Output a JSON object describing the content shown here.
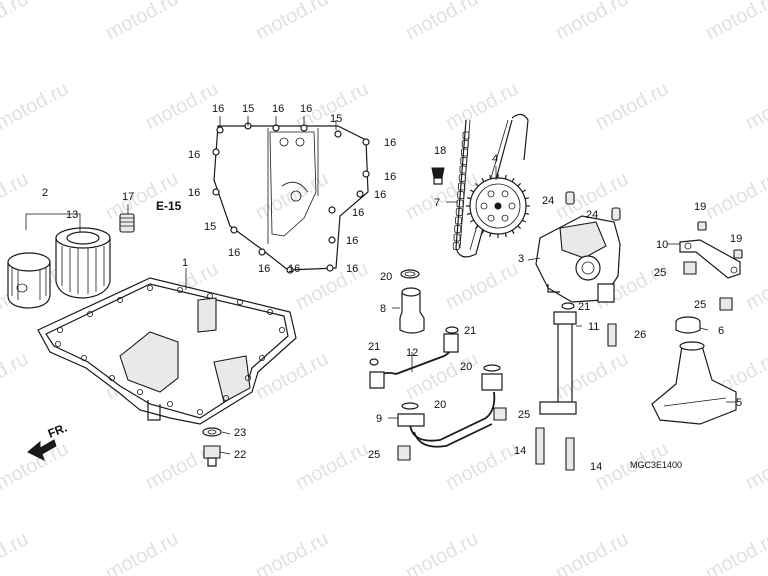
{
  "watermark": {
    "text": "motod.ru"
  },
  "diagram_code": "MGC3E1400",
  "ref_label": "E-15",
  "front_label": "FR.",
  "callouts": {
    "c1": "1",
    "c2": "2",
    "c3": "3",
    "c4": "4",
    "c5": "5",
    "c6": "6",
    "c7": "7",
    "c8": "8",
    "c9": "9",
    "c10": "10",
    "c11": "11",
    "c12": "12",
    "c13": "13",
    "c14": "14",
    "c15": "15",
    "c16": "16",
    "c17": "17",
    "c18": "18",
    "c19": "19",
    "c20": "20",
    "c21": "21",
    "c22": "22",
    "c23": "23",
    "c24": "24",
    "c25": "25",
    "c26": "26"
  }
}
